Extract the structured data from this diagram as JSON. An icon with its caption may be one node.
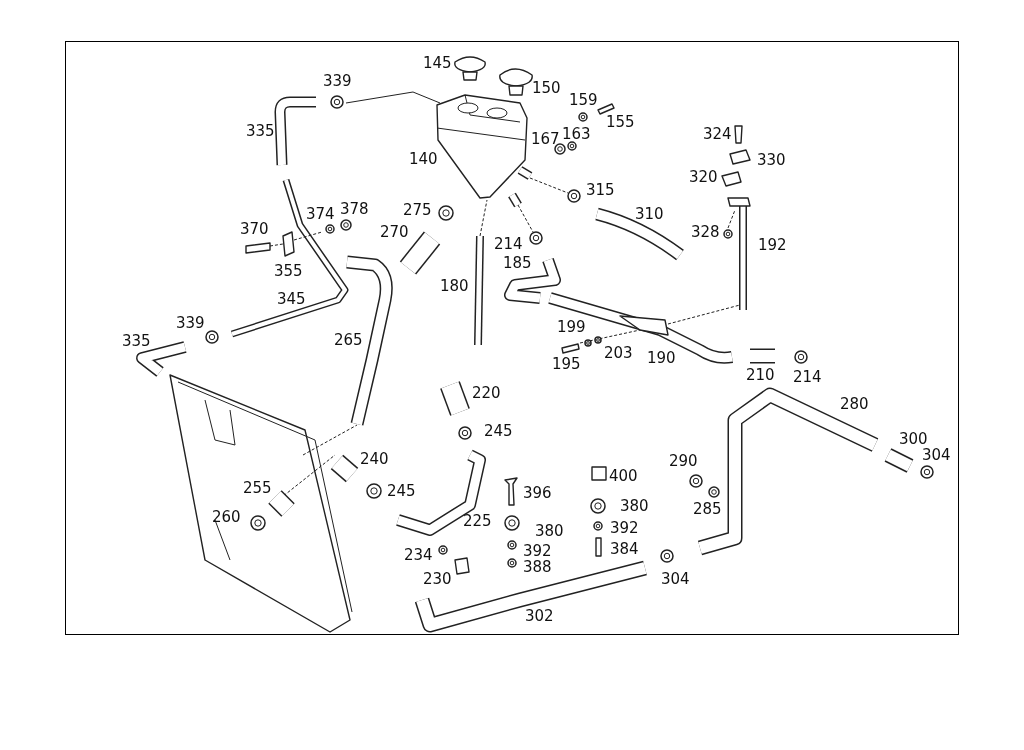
{
  "diagram": {
    "labels": [
      "145",
      "339",
      "150",
      "159",
      "155",
      "335",
      "167",
      "163",
      "324",
      "140",
      "330",
      "320",
      "315",
      "374",
      "378",
      "275",
      "310",
      "370",
      "270",
      "328",
      "214",
      "192",
      "185",
      "355",
      "180",
      "345",
      "339",
      "199",
      "335",
      "265",
      "203",
      "190",
      "195",
      "210",
      "214",
      "220",
      "280",
      "245",
      "300",
      "240",
      "290",
      "304",
      "400",
      "255",
      "245",
      "396",
      "380",
      "285",
      "260",
      "225",
      "380",
      "392",
      "234",
      "392",
      "384",
      "388",
      "230",
      "304",
      "302"
    ]
  }
}
